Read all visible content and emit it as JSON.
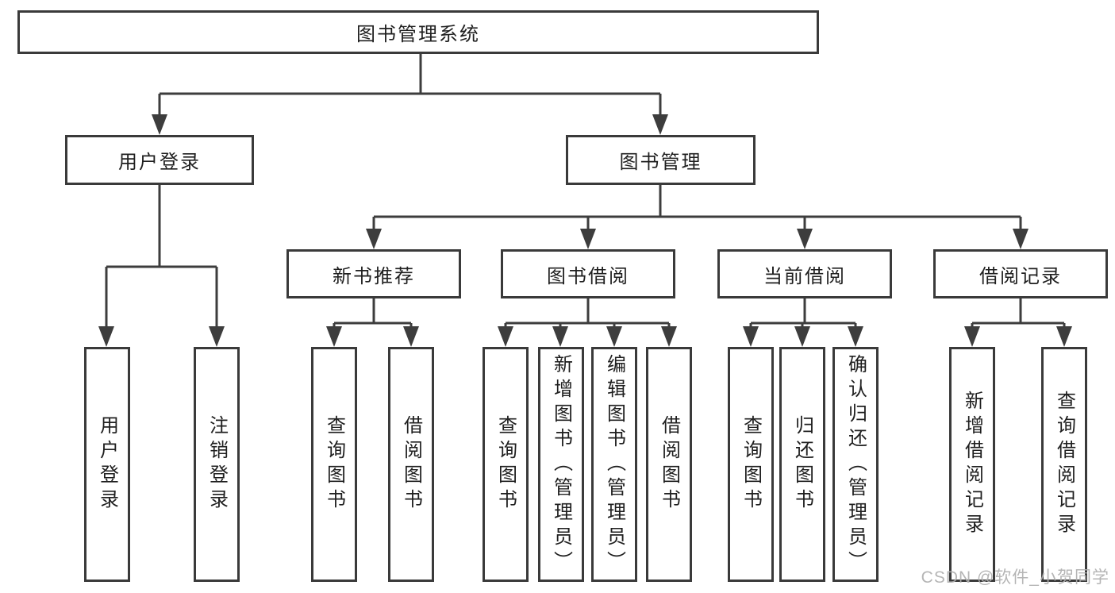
{
  "diagram": {
    "root": {
      "label": "图书管理系统"
    },
    "level2": [
      {
        "label": "用户登录"
      },
      {
        "label": "图书管理"
      }
    ],
    "level3": [
      {
        "label": "新书推荐"
      },
      {
        "label": "图书借阅"
      },
      {
        "label": "当前借阅"
      },
      {
        "label": "借阅记录"
      }
    ],
    "leaves": {
      "user_login": [
        {
          "label": "用户登录"
        },
        {
          "label": "注销登录"
        }
      ],
      "new_books": [
        {
          "label": "查询图书"
        },
        {
          "label": "借阅图书"
        }
      ],
      "book_borrow": [
        {
          "label": "查询图书"
        },
        {
          "label": "新增图书（管理员）"
        },
        {
          "label": "编辑图书（管理员）"
        },
        {
          "label": "借阅图书"
        }
      ],
      "current_borrow": [
        {
          "label": "查询图书"
        },
        {
          "label": "归还图书"
        },
        {
          "label": "确认归还（管理员）"
        }
      ],
      "borrow_records": [
        {
          "label": "新增借阅记录"
        },
        {
          "label": "查询借阅记录"
        }
      ]
    },
    "watermark": "CSDN @软件_小贺同学",
    "colors": {
      "line": "#3d3d3d",
      "border": "#3a3a3a",
      "text": "#1f1f1f",
      "watermark": "#afafaf",
      "background": "#ffffff"
    }
  }
}
